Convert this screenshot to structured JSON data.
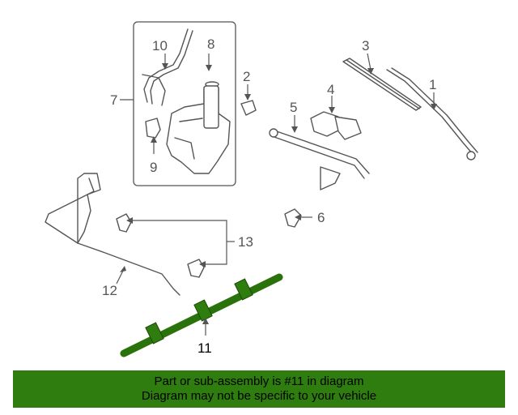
{
  "diagram": {
    "callouts": [
      "1",
      "2",
      "3",
      "4",
      "5",
      "6",
      "7",
      "8",
      "9",
      "10",
      "11",
      "12",
      "13"
    ],
    "highlighted_part": "11",
    "highlight_color": "#2e7d0e",
    "line_color": "#555555"
  },
  "banner": {
    "line1": "Part or sub-assembly is #11 in diagram",
    "line2": "Diagram may not be specific to your vehicle",
    "background": "#2e7d0e"
  }
}
